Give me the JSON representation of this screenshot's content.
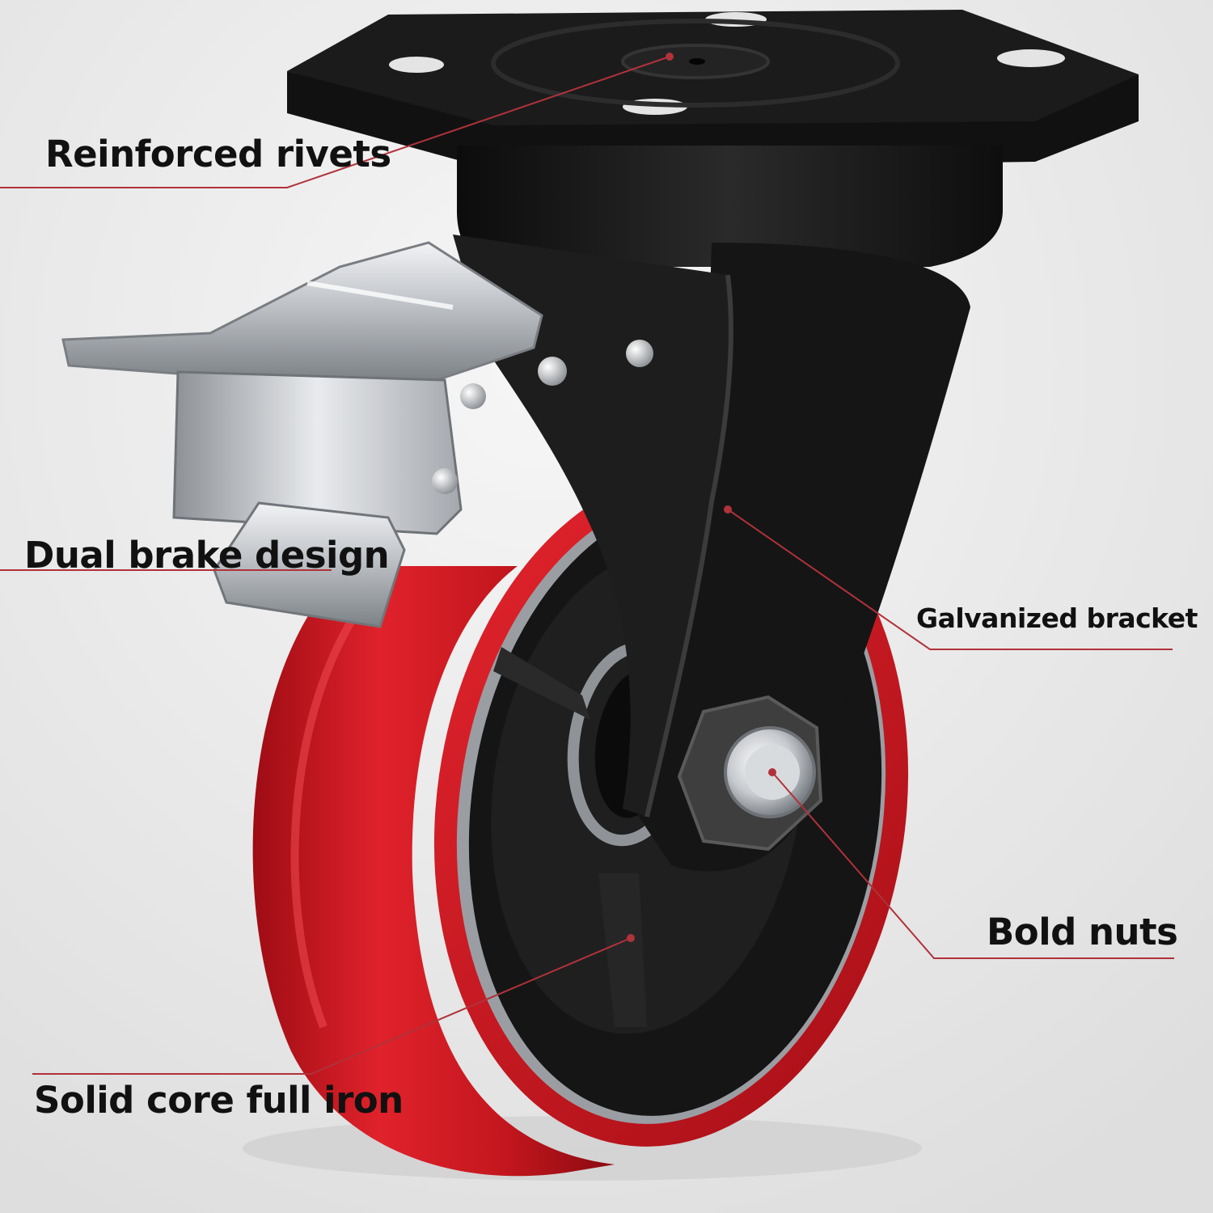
{
  "callouts": {
    "reinforced_rivets": "Reinforced rivets",
    "dual_brake_design": "Dual brake design",
    "galvanized_bracket": "Galvanized bracket",
    "bold_nuts": "Bold nuts",
    "solid_core_full_iron": "Solid core full iron"
  },
  "colors": {
    "background": "#e9e9e9",
    "wheel_red": "#d71f26",
    "bracket_black": "#161616",
    "brake_steel": "#c9ccd0",
    "callout_line": "#b0323a"
  }
}
